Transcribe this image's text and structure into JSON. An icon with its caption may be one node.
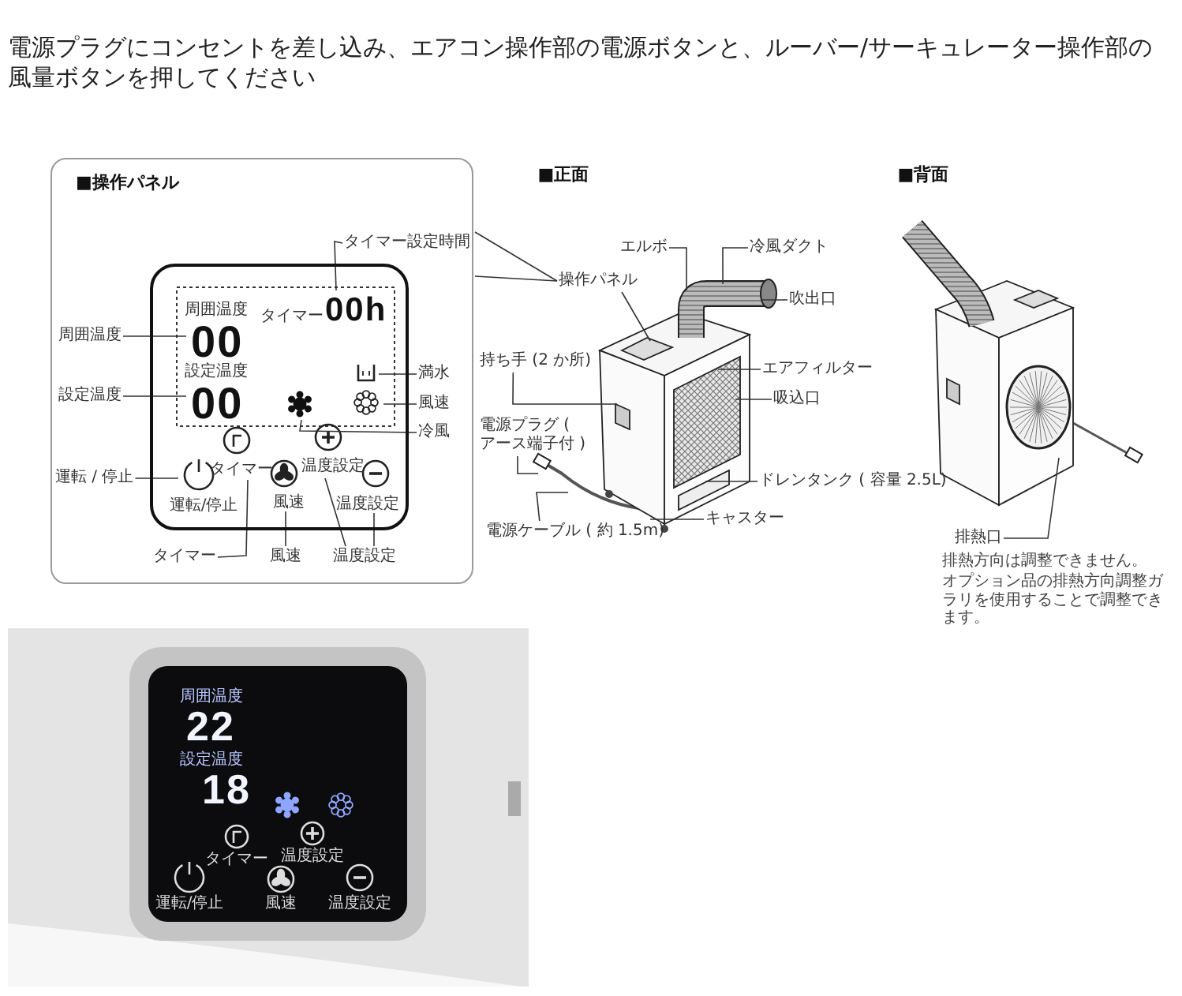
{
  "diagram": {
    "title": "電源プラグにコンセントを差し込み、エアコン操作部の電源ボタンと、ルーバー/サーキュレーター操作部の風量ボタンを押してください",
    "nodes": [
      {
        "text": [
          "■操作パネル"
        ]
      },
      {
        "text": [
          "周囲温度",
          "タイマー",
          "00h",
          "00",
          "設定温度",
          "00",
          "タイマー",
          "温度設定",
          "運転/停止",
          "風速",
          "温度設定"
        ],
        "in": 0
      },
      {
        "text": [
          "タイマー設定時間"
        ],
        "in": 0
      },
      {
        "text": [
          "周囲温度"
        ],
        "in": 0
      },
      {
        "text": [
          "満水"
        ],
        "in": 0
      },
      {
        "text": [
          "設定温度"
        ],
        "in": 0
      },
      {
        "text": [
          "風速"
        ],
        "in": 0
      },
      {
        "text": [
          "冷風"
        ],
        "in": 0
      },
      {
        "text": [
          "運転 / 停止"
        ],
        "in": 0
      },
      {
        "text": [
          "タイマー"
        ],
        "in": 0
      },
      {
        "text": [
          "風速"
        ],
        "in": 0
      },
      {
        "text": [
          "温度設定"
        ],
        "in": 0
      },
      {
        "text": [
          "エルボ"
        ]
      },
      {
        "text": [
          "冷風ダクト"
        ]
      },
      {
        "text": [
          "操作パネル"
        ]
      },
      {
        "text": [
          "吹出口"
        ]
      },
      {
        "text": [
          "持ち手 (2 か所)"
        ]
      },
      {
        "text": [
          "エアフィルター"
        ]
      },
      {
        "text": [
          "吸込口"
        ]
      },
      {
        "text": [
          "電源プラグ ( アース端子付 )"
        ]
      },
      {
        "text": [
          "ドレンタンク ( 容量 2.5L)"
        ]
      },
      {
        "text": [
          "キャスター"
        ]
      },
      {
        "text": [
          "電源ケーブル ( 約 1.5m)"
        ]
      },
      {
        "text": [
          "排熱口"
        ]
      },
      {
        "text": [],
        "shape": "picture"
      },
      {
        "text": [],
        "shape": "picture"
      }
    ],
    "edges": [
      {
        "from": 2,
        "to": 1,
        "arrow": "none"
      },
      {
        "from": 3,
        "to": 1,
        "arrow": "none"
      },
      {
        "from": 4,
        "to": 1,
        "arrow": "none"
      },
      {
        "from": 5,
        "to": 1,
        "arrow": "none"
      },
      {
        "from": 6,
        "to": 1,
        "arrow": "none"
      },
      {
        "from": 7,
        "to": 1,
        "arrow": "none"
      },
      {
        "from": 8,
        "to": 1,
        "arrow": "none"
      },
      {
        "from": 9,
        "to": 1,
        "arrow": "none"
      },
      {
        "from": 10,
        "to": 1,
        "arrow": "none"
      },
      {
        "from": 11,
        "to": 1,
        "arrow": "none"
      },
      {
        "from": 11,
        "to": 1,
        "arrow": "none"
      },
      {
        "from": 0,
        "to": 14,
        "arrow": "none"
      },
      {
        "from": 0,
        "to": 14,
        "arrow": "none"
      },
      {
        "from": 12,
        "to": 24,
        "arrow": "none"
      },
      {
        "from": 13,
        "to": 24,
        "arrow": "none"
      },
      {
        "from": 14,
        "to": 24,
        "arrow": "none"
      },
      {
        "from": 15,
        "to": 24,
        "arrow": "none"
      },
      {
        "from": 16,
        "to": 24,
        "arrow": "none"
      },
      {
        "from": 17,
        "to": 24,
        "arrow": "none"
      },
      {
        "from": 18,
        "to": 24,
        "arrow": "none"
      },
      {
        "from": 19,
        "to": 24,
        "arrow": "none"
      },
      {
        "from": 20,
        "to": 24,
        "arrow": "none"
      },
      {
        "from": 21,
        "to": 24,
        "arrow": "none"
      },
      {
        "from": 22,
        "to": 24,
        "arrow": "none"
      },
      {
        "from": 23,
        "to": 25,
        "arrow": "none"
      }
    ],
    "labels": [
      "■正面",
      "■背面",
      "排熱方向は調整できません。",
      "オプション品の排熱方向調整ガラリを使用することで調整できます。",
      "周囲温度",
      "22",
      "設定温度",
      "18",
      "タイマー",
      "温度設定",
      "運転/停止",
      "風速",
      "温度設定"
    ]
  }
}
